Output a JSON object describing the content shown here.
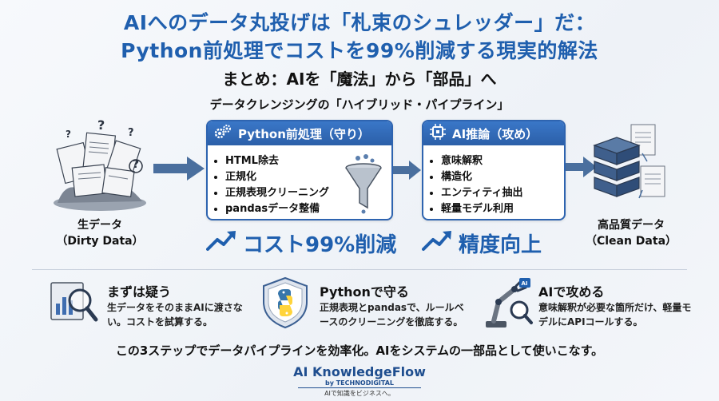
{
  "header": {
    "title_line1": "AIへのデータ丸投げは「札束のシュレッダー」だ：",
    "title_line2": "Python前処理でコストを99%削減する現実的解法",
    "subtitle": "まとめ：AIを「魔法」から「部品」へ",
    "pipeline_label": "データクレンジングの「ハイブリッド・パイプライン」"
  },
  "pipeline": {
    "dirty": {
      "label": "生データ",
      "sublabel": "（Dirty Data）",
      "icon": "messy-documents-icon"
    },
    "python": {
      "title": "Python前処理（守り）",
      "icon": "gears-icon",
      "items": [
        "HTML除去",
        "正規化",
        "正規表現クリーニング",
        "pandasデータ整備"
      ],
      "effect": "コスト99%削減",
      "side_icon": "funnel-icon"
    },
    "ai": {
      "title": "AI推論（攻め）",
      "icon": "chip-icon",
      "items": [
        "意味解釈",
        "構造化",
        "エンティティ抽出",
        "軽量モデル利用"
      ],
      "effect": "精度向上"
    },
    "clean": {
      "label": "高品質データ",
      "sublabel": "（Clean Data）",
      "icon": "database-icon"
    }
  },
  "steps": [
    {
      "title": "まずは疑う",
      "text": "生データをそのままAIに渡さない。コストを試算する。",
      "icon": "magnifier-chart-icon"
    },
    {
      "title": "Pythonで守る",
      "text": "正規表現とpandasで、ルールベースのクリーニングを徹底する。",
      "icon": "python-shield-icon"
    },
    {
      "title": "AIで攻める",
      "text": "意味解釈が必要な箇所だけ、軽量モデルにAPIコールする。",
      "icon": "robot-arm-icon"
    }
  ],
  "summary": "この3ステップでデータパイプラインを効率化。AIをシステムの一部品として使いこなす。",
  "brand": {
    "name": "AI KnowledgeFlow",
    "by": "by TECHNODIGITAL",
    "tagline": "AIで知識をビジネスへ。"
  },
  "colors": {
    "accent": "#1f5fae",
    "box_border": "#2e64b0",
    "arrow": "#4a6f9e"
  }
}
